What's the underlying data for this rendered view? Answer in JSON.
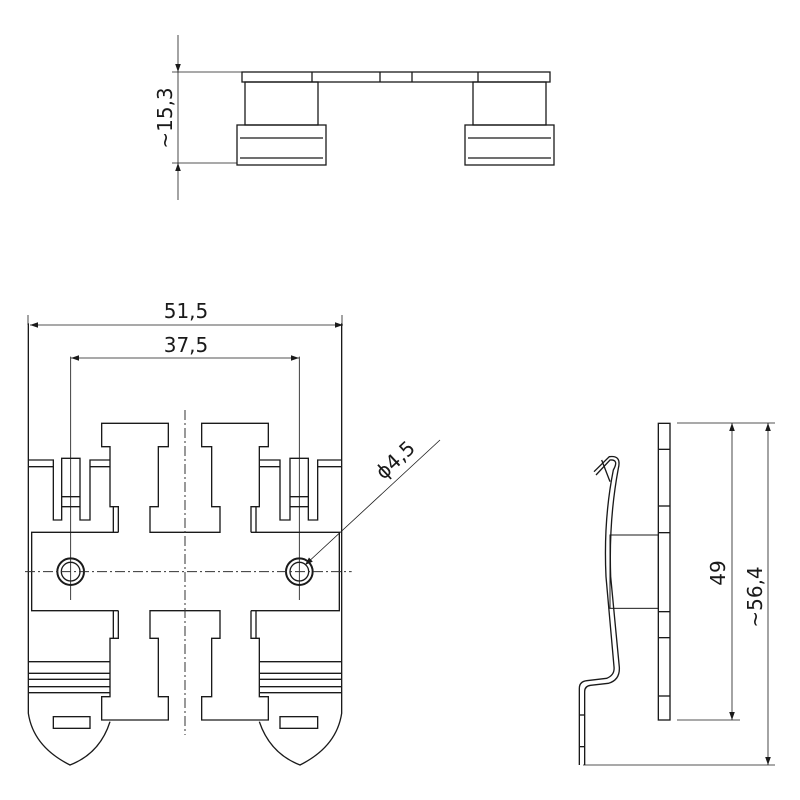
{
  "drawing": {
    "views": [
      "top-view",
      "front-view",
      "side-view"
    ],
    "dimensions": {
      "height_top": "~15,3",
      "overall_width": "51,5",
      "hole_spacing": "37,5",
      "hole_diameter": "ϕ4,5",
      "plate_length": "49",
      "overall_length": "~56,4"
    },
    "line_color": "#1a1a1a"
  }
}
